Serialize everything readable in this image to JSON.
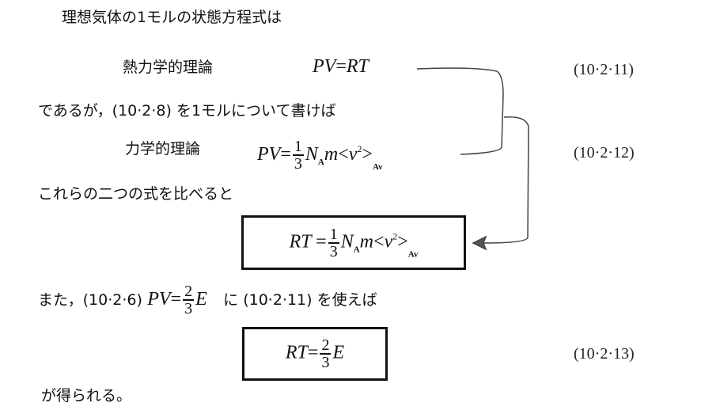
{
  "intro": "理想気体の1モルの状態方程式は",
  "thermo_label": "熱力学的理論",
  "thermo_eq": {
    "lhs": "PV",
    "eq": "=",
    "rhs": "RT"
  },
  "eq_num_11": "(10·2·11)",
  "line2": "であるが，(10·2·8) を1モルについて書けば",
  "mech_label": "力学的理論",
  "mech_eq": {
    "lhs": "PV",
    "eq": "=",
    "num": "1",
    "den": "3",
    "n": "N",
    "n_sub": "A",
    "m": "m",
    "lt": "<",
    "v": "v",
    "v_sup": "2",
    "gt": ">",
    "av": "Av"
  },
  "eq_num_12": "(10·2·12)",
  "line3": "これらの二つの式を比べると",
  "box1_eq": {
    "lhs": "RT",
    "eq": "=",
    "num": "1",
    "den": "3",
    "n": "N",
    "n_sub": "A",
    "m": "m",
    "lt": "<",
    "v": "v",
    "v_sup": "2",
    "gt": ">",
    "av": "Av"
  },
  "line4": {
    "pre": "また，(10·2·6)",
    "lhs": "PV",
    "eq": "=",
    "num": "2",
    "den": "3",
    "e": "E",
    "post": "に (10·2·11) を使えば"
  },
  "box2_eq": {
    "lhs": "RT",
    "eq": "=",
    "num": "2",
    "den": "3",
    "e": "E"
  },
  "eq_num_13": "(10·2·13)",
  "conclusion": "が得られる。"
}
